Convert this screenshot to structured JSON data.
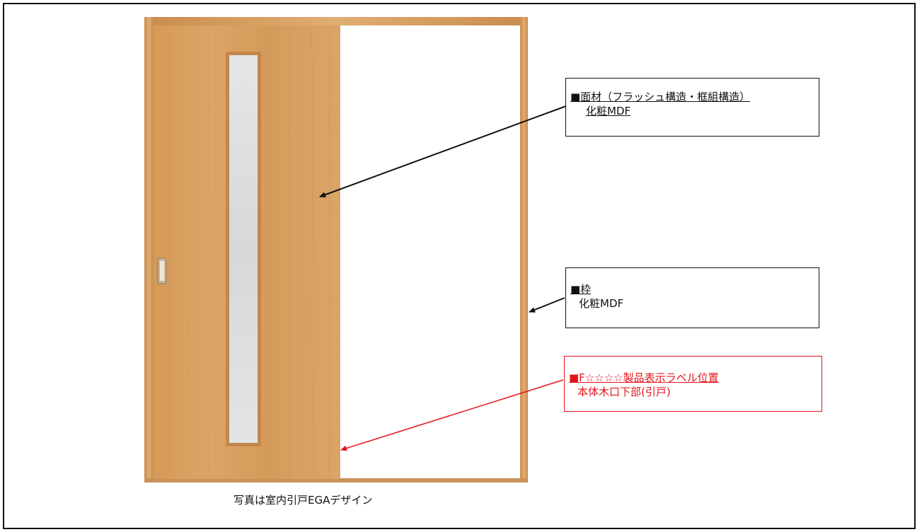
{
  "callouts": {
    "face_material": {
      "title": "■面材（フラッシュ構造・框組構造）",
      "body": "化粧MDF"
    },
    "frame": {
      "title": "■枠",
      "body": "化粧MDF"
    },
    "label_position": {
      "title": "■F☆☆☆☆製品表示ラベル位置",
      "body": "本体木口下部(引戸)"
    }
  },
  "caption": "写真は室内引戸EGAデザイン",
  "colors": {
    "wood": "#d9a062",
    "wood_dark": "#c8894a",
    "frame_wood": "#d6a064",
    "glass": "#dcdedf",
    "accent_red": "#e3141b",
    "line_black": "#111111"
  }
}
